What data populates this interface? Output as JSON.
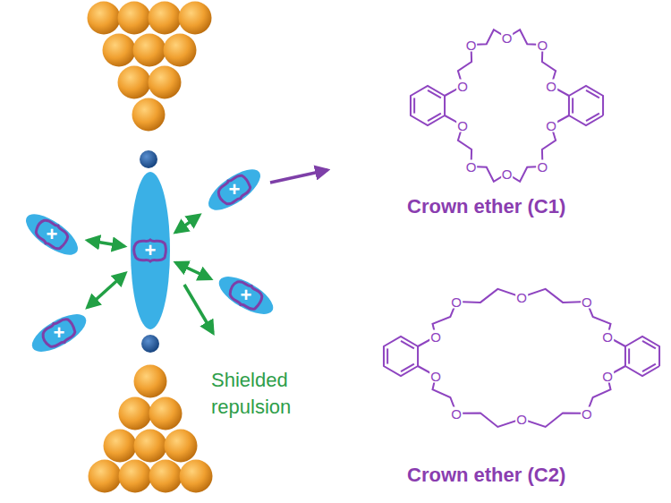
{
  "diagram": {
    "nodes": [
      {
        "text": [
          "+"
        ]
      },
      {
        "text": [
          "+"
        ]
      },
      {
        "text": [
          "+"
        ]
      },
      {
        "text": [
          "+"
        ]
      },
      {
        "text": [
          "+"
        ]
      }
    ],
    "edges": [
      {
        "from": 2,
        "to": 0,
        "arrow": "both"
      },
      {
        "from": 2,
        "to": 1,
        "arrow": "both"
      },
      {
        "from": 2,
        "to": 3,
        "arrow": "both"
      },
      {
        "from": 2,
        "to": 4,
        "arrow": "both"
      }
    ],
    "labels": [
      "Shielded repulsion",
      "Crown ether (C1)",
      "Crown ether (C2)",
      "O",
      "O",
      "O",
      "O",
      "O",
      "O",
      "O",
      "O",
      "O",
      "O",
      "O",
      "O",
      "O",
      "O",
      "O",
      "O",
      "O",
      "O",
      "O",
      "O"
    ]
  }
}
